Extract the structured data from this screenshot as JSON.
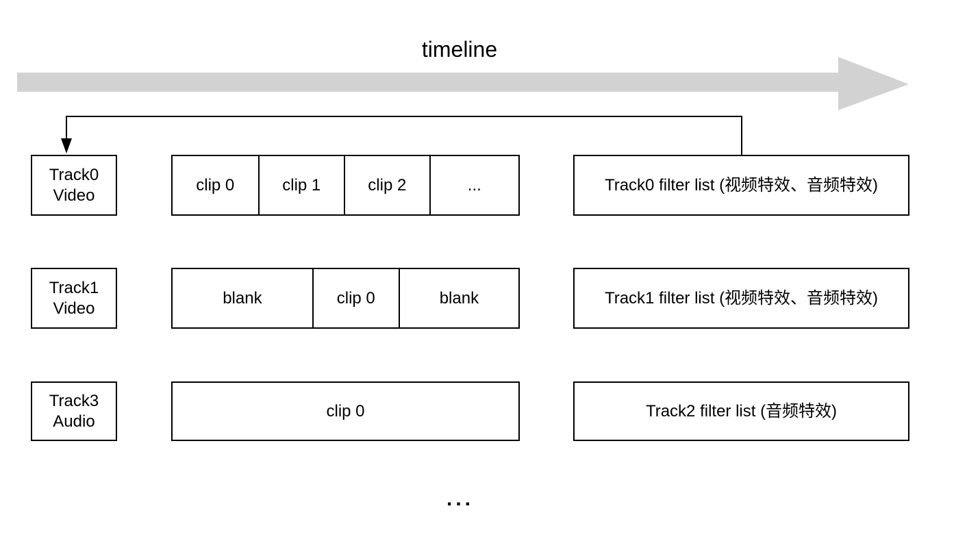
{
  "title": "timeline",
  "more_ellipsis": "...",
  "colors": {
    "arrow_gray": "#d2d2d2",
    "line_black": "#000000"
  },
  "rows": [
    {
      "track": [
        "Track0",
        "Video"
      ],
      "clips": [
        "clip 0",
        "clip 1",
        "clip 2",
        "..."
      ],
      "filter": "Track0 filter list (视频特效、音频特效)"
    },
    {
      "track": [
        "Track1",
        "Video"
      ],
      "clips": [
        "blank",
        "clip 0",
        "blank"
      ],
      "filter": "Track1 filter list (视频特效、音频特效)"
    },
    {
      "track": [
        "Track3",
        "Audio"
      ],
      "clips": [
        "clip 0"
      ],
      "filter": "Track2 filter list (音频特效)"
    }
  ]
}
